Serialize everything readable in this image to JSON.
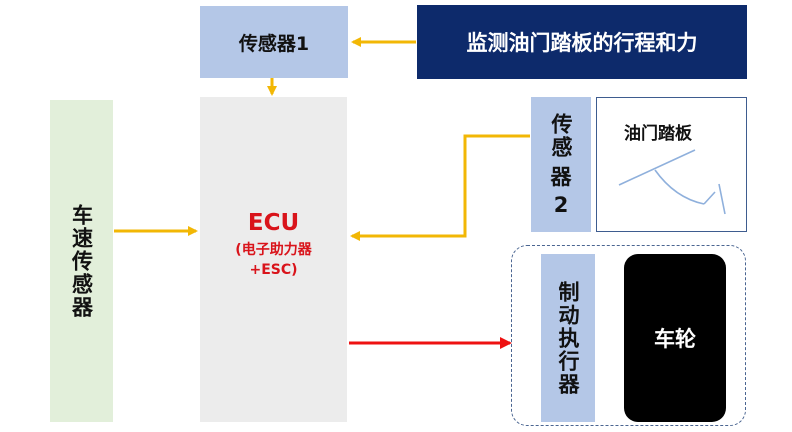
{
  "colors": {
    "sensor_fill": "#b4c7e7",
    "ecu_fill": "#ececec",
    "speed_sensor_fill": "#e2efda",
    "header_fill": "#0d2a6b",
    "header_text": "#ffffff",
    "ecu_text": "#d9141b",
    "signal_arrow": "#f2b705",
    "control_arrow": "#ee1111",
    "pedal_sketch": "#8fb0dc",
    "dashed_border": "#4a6591",
    "wheel_fill": "#000000",
    "wheel_text": "#ffffff"
  },
  "nodes": {
    "sensor1": "传感器1",
    "monitor": "监测油门踏板的行程和力",
    "speed_sensor": "车速传感器",
    "ecu_title": "ECU",
    "ecu_sub1": "(电子助力器",
    "ecu_sub2": "+ESC)",
    "sensor2_line1": "传感",
    "sensor2_line2": "器",
    "sensor2_line3": "2",
    "pedal_label": "油门踏板",
    "actuator": "制动执行器",
    "wheel": "车轮"
  }
}
